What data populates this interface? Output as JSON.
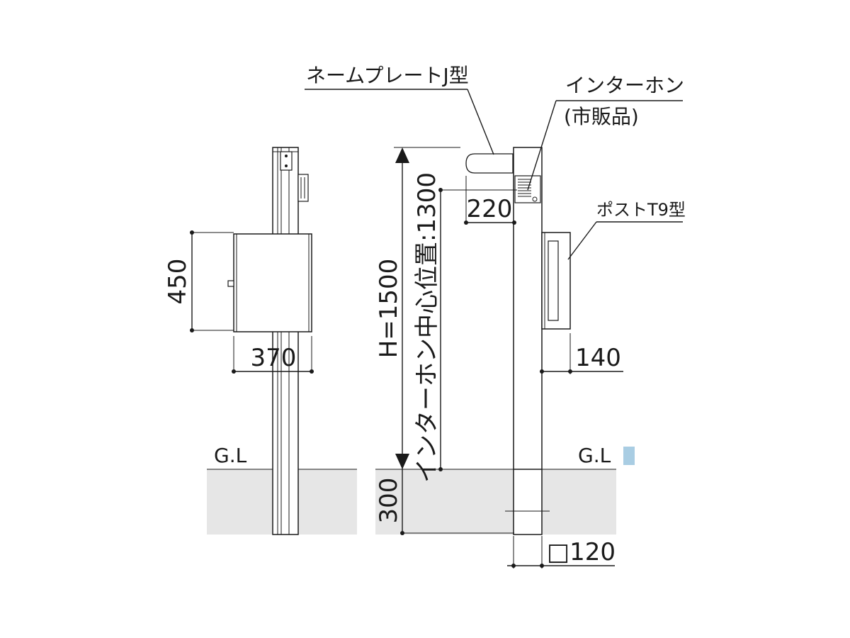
{
  "labels": {
    "nameplate": "ネームプレートJ型",
    "intercom_line1": "インターホン",
    "intercom_line2": "(市販品)",
    "post": "ポストT9型",
    "gl_left": "G.L",
    "gl_right": "G.L"
  },
  "dimensions": {
    "mailbox_height": "450",
    "mailbox_width": "370",
    "total_height": "H=1500",
    "intercom_center": "インターホン中心位置:1300",
    "intercom_offset": "220",
    "post_depth": "140",
    "underground_depth": "300",
    "pole_section": "□120"
  },
  "colors": {
    "ground": "#e6e6e6",
    "line": "#1a1a1a",
    "legend_swatch": "#a9cde3"
  }
}
